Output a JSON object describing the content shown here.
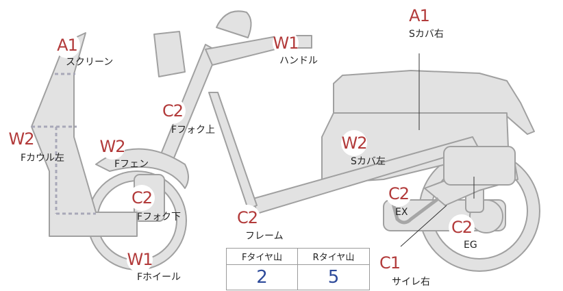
{
  "parts": [
    {
      "code": "A1",
      "label": "スクリーン"
    },
    {
      "code": "W2",
      "label": "Fカウル左"
    },
    {
      "code": "W2",
      "label": "Fフェン"
    },
    {
      "code": "C2",
      "label": "Fフォク上"
    },
    {
      "code": "C2",
      "label": "Fフォク下"
    },
    {
      "code": "W1",
      "label": "Fホイール"
    },
    {
      "code": "W1",
      "label": "ハンドル"
    },
    {
      "code": "C2",
      "label": "フレーム"
    },
    {
      "code": "A1",
      "label": "Sカバ右"
    },
    {
      "code": "W2",
      "label": "Sカバ左"
    },
    {
      "code": "C2",
      "label": "EX"
    },
    {
      "code": "C2",
      "label": "EG"
    },
    {
      "code": "C1",
      "label": "サイレ右"
    }
  ],
  "tire_tread": {
    "front_header": "Fタイヤ山",
    "rear_header": "Rタイヤ山",
    "front_value": "2",
    "rear_value": "5"
  },
  "colors": {
    "code_badge": "#b23a3a",
    "tire_value": "#2d4a9a",
    "body_fill": "#e2e2e2",
    "body_stroke": "#9e9e9e"
  }
}
